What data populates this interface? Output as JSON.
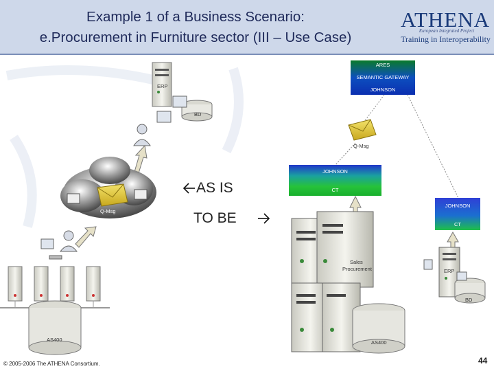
{
  "header": {
    "title_line1": "Example 1 of a Business Scenario:",
    "title_line2": "e.Procurement in Furniture sector (III – Use Case)",
    "logo_name": "ATHENA",
    "logo_subtitle": "European Integrated Project",
    "logo_tagline": "Training in Interoperability"
  },
  "center": {
    "as_is": "AS IS",
    "to_be": "TO BE"
  },
  "left_diagram": {
    "erp_label": "ERP",
    "bd_label": "BD",
    "cloud_label": "Q-Msg",
    "db_label": "AS400"
  },
  "right_diagram": {
    "gateway_top": "ARES",
    "gateway_mid": "SEMANTIC GATEWAY",
    "gateway_bottom": "JOHNSON",
    "msg_label": "Q-Msg",
    "mid_box_top": "JOHNSON",
    "mid_box_bottom": "CT",
    "right_box_top": "JOHNSON",
    "right_box_bottom": "CT",
    "sales_label_1": "Sales",
    "sales_label_2": "Procurement",
    "db_label": "AS400",
    "erp_label": "ERP",
    "bd_label": "BD"
  },
  "footer": {
    "copyright": "© 2005-2006 The ATHENA Consortium.",
    "page_number": "44"
  }
}
